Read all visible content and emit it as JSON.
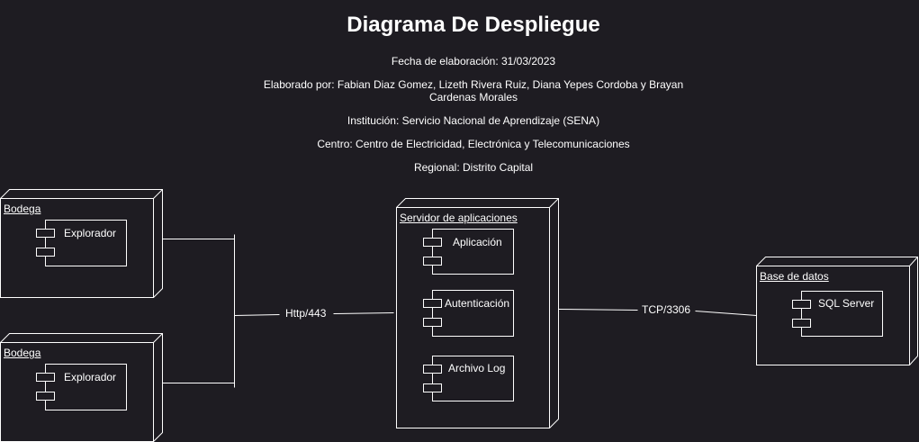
{
  "title": "Diagrama De Despliegue",
  "meta": {
    "fecha": "Fecha de elaboración: 31/03/2023",
    "elaborado_line1": "Elaborado por: Fabian Diaz Gomez, Lizeth  Rivera Ruiz, Diana Yepes Cordoba y Brayan",
    "elaborado_line2": "Cardenas Morales",
    "institucion": "Institución: Servicio Nacional de Aprendizaje (SENA)",
    "centro": "Centro: Centro de Electricidad, Electrónica y Telecomunicaciones",
    "regional": "Regional: Distrito Capital"
  },
  "nodes": {
    "bodega1": {
      "title": "Bodega",
      "component": "Explorador"
    },
    "bodega2": {
      "title": "Bodega",
      "component": "Explorador"
    },
    "servidor": {
      "title": "Servidor de aplicaciones",
      "components": [
        "Aplicación",
        "Autenticación",
        "Archivo Log"
      ]
    },
    "base": {
      "title": "Base de datos",
      "component": "SQL Server"
    }
  },
  "edges": {
    "http": "Http/443",
    "tcp": "TCP/3306"
  },
  "colors": {
    "background": "#1e1c22",
    "stroke": "#ffffff"
  }
}
